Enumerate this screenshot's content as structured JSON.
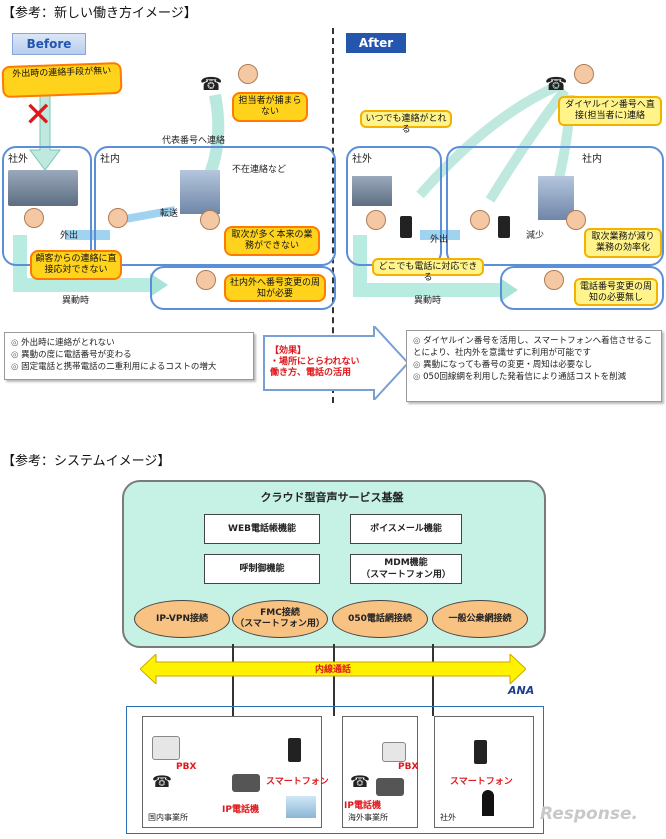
{
  "section1_title": "【参考：新しい働き方イメージ】",
  "section2_title": "【参考：システムイメージ】",
  "before": {
    "tab": "Before",
    "callout_no_means": "外出時の連絡手段が無い",
    "callout_unreachable": "担当者が捕まらない",
    "label_rep_number": "代表番号へ連絡",
    "label_absence": "不在連絡など",
    "label_outside": "社外",
    "label_inside": "社内",
    "label_transfer": "転送",
    "label_going_out": "外出",
    "callout_relay": "取次が多く本来の業務ができない",
    "callout_customer": "顧客からの連絡に直接応対できない",
    "callout_number_change": "社内外へ番号変更の周知が必要",
    "label_relocation": "異動時",
    "bullets": [
      "外出時に連絡がとれない",
      "異動の度に電話番号が変わる",
      "固定電話と携帯電話の二重利用によるコストの増大"
    ]
  },
  "after": {
    "tab": "After",
    "box_anytime": "いつでも連絡がとれる",
    "box_direct": "ダイヤルイン番号へ直接(担当者に)連絡",
    "label_outside": "社外",
    "label_inside": "社内",
    "label_going_out": "外出",
    "label_decrease": "減少",
    "box_anywhere": "どこでも電話に対応できる",
    "box_efficiency": "取次業務が減り業務の効率化",
    "box_no_notice": "電話番号変更の周知の必要無し",
    "label_relocation": "異動時",
    "bullets": [
      "ダイヤルイン番号を活用し、スマートフォンへ着信させることにより、社内外を意識せずに利用が可能です",
      "異動になっても番号の変更・周知は必要なし",
      "050回線網を利用した発着信により通話コストを削減"
    ]
  },
  "effect": {
    "line1": "【効果】",
    "line2": "・場所にとらわれない",
    "line3": "働き方、電話の活用"
  },
  "system": {
    "cloud_title": "クラウド型音声サービス基盤",
    "func_web": "WEB電話帳機能",
    "func_voicemail": "ボイスメール機能",
    "func_call": "呼制御機能",
    "func_mdm_1": "MDM機能",
    "func_mdm_2": "（スマートフォン用）",
    "conn_ipvpn": "IP-VPN接続",
    "conn_fmc_1": "FMC接続",
    "conn_fmc_2": "（スマートフォン用）",
    "conn_050": "050電話網接続",
    "conn_public": "一般公衆網接続",
    "arrow_label": "内線通話",
    "ana_logo": "ANA",
    "site_domestic": "国内事業所",
    "site_overseas": "海外事業所",
    "site_outside": "社外",
    "pbx": "PBX",
    "ip_phone": "IP電話機",
    "smartphone": "スマートフォン",
    "watermark": "Response."
  },
  "colors": {
    "tab_before": "#2d5fb5",
    "tab_after": "#2456b0",
    "zone_border": "#5b8fd8",
    "callout_fill": "#ffd21c",
    "cloud_fill": "#c6f2e6",
    "oval_fill": "#f8c283",
    "arrow_fill": "#fff200",
    "effect_red": "#e0181d"
  }
}
